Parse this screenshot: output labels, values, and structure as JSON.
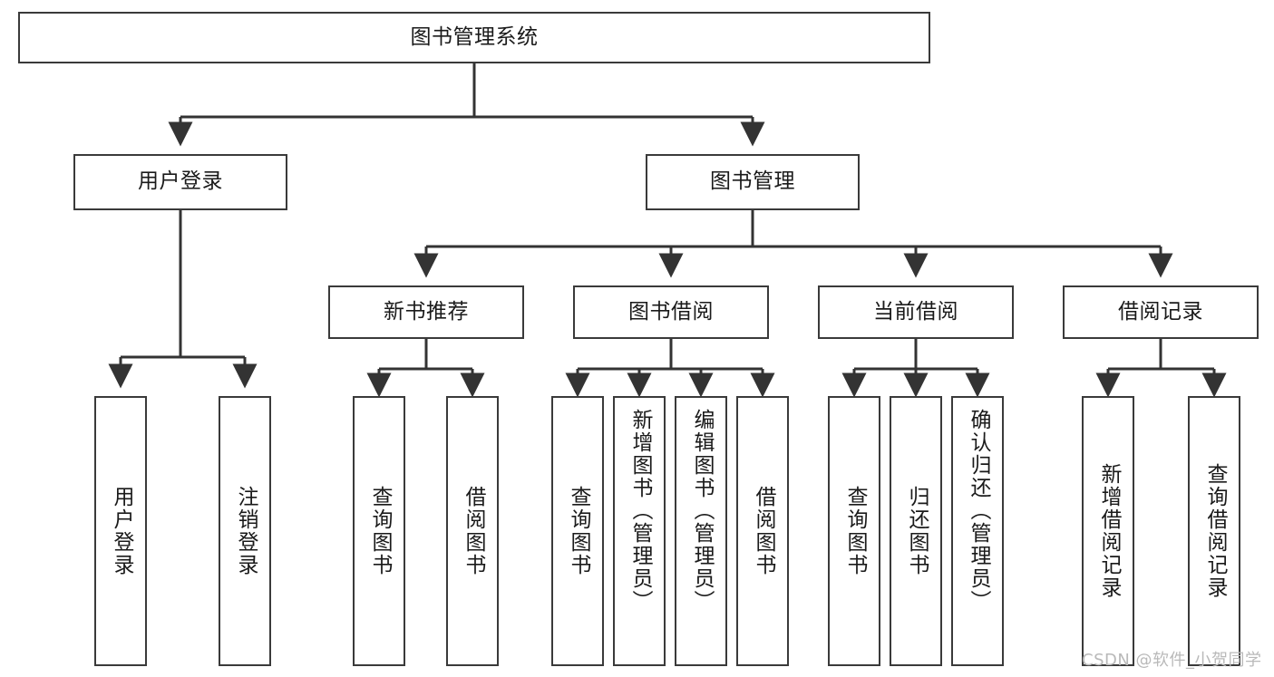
{
  "diagram": {
    "title": "图书管理系统",
    "type": "hierarchy-tree",
    "orientation": "top-down",
    "watermark": "CSDN @软件_小贺同学",
    "colors": {
      "box_border": "#3a3a3a",
      "box_fill": "#ffffff",
      "edge": "#333333",
      "text": "#1a1a1a",
      "watermark": "#b9b9b9",
      "background": "#ffffff"
    },
    "nodes": {
      "root": {
        "label": "图书管理系统",
        "level": 0,
        "text_direction": "horizontal"
      },
      "l1": [
        {
          "id": "user-login",
          "label": "用户登录",
          "text_direction": "horizontal"
        },
        {
          "id": "book-manage",
          "label": "图书管理",
          "text_direction": "horizontal"
        }
      ],
      "l2": [
        {
          "id": "new-book-recommend",
          "label": "新书推荐",
          "text_direction": "horizontal"
        },
        {
          "id": "book-borrow",
          "label": "图书借阅",
          "text_direction": "horizontal"
        },
        {
          "id": "current-borrow",
          "label": "当前借阅",
          "text_direction": "horizontal"
        },
        {
          "id": "borrow-record",
          "label": "借阅记录",
          "text_direction": "horizontal"
        }
      ],
      "leaves": {
        "user_login": [
          {
            "id": "leaf-user-login",
            "label": "用户登录",
            "text_direction": "vertical"
          },
          {
            "id": "leaf-logout-login",
            "label": "注销登录",
            "text_direction": "vertical"
          }
        ],
        "new_book_recommend": [
          {
            "id": "leaf-query-book-1",
            "label": "查询图书",
            "text_direction": "vertical"
          },
          {
            "id": "leaf-borrow-book-1",
            "label": "借阅图书",
            "text_direction": "vertical"
          }
        ],
        "book_borrow": [
          {
            "id": "leaf-query-book-2",
            "label": "查询图书",
            "text_direction": "vertical"
          },
          {
            "id": "leaf-add-book-admin",
            "label": "新增图书（管理员）",
            "text_direction": "vertical"
          },
          {
            "id": "leaf-edit-book-admin",
            "label": "编辑图书（管理员）",
            "text_direction": "vertical"
          },
          {
            "id": "leaf-borrow-book-2",
            "label": "借阅图书",
            "text_direction": "vertical"
          }
        ],
        "current_borrow": [
          {
            "id": "leaf-query-book-3",
            "label": "查询图书",
            "text_direction": "vertical"
          },
          {
            "id": "leaf-return-book",
            "label": "归还图书",
            "text_direction": "vertical"
          },
          {
            "id": "leaf-confirm-return-admin",
            "label": "确认归还（管理员）",
            "text_direction": "vertical"
          }
        ],
        "borrow_record": [
          {
            "id": "leaf-add-borrow-record",
            "label": "新增借阅记录",
            "text_direction": "vertical"
          },
          {
            "id": "leaf-query-borrow-record",
            "label": "查询借阅记录",
            "text_direction": "vertical"
          }
        ]
      }
    }
  }
}
